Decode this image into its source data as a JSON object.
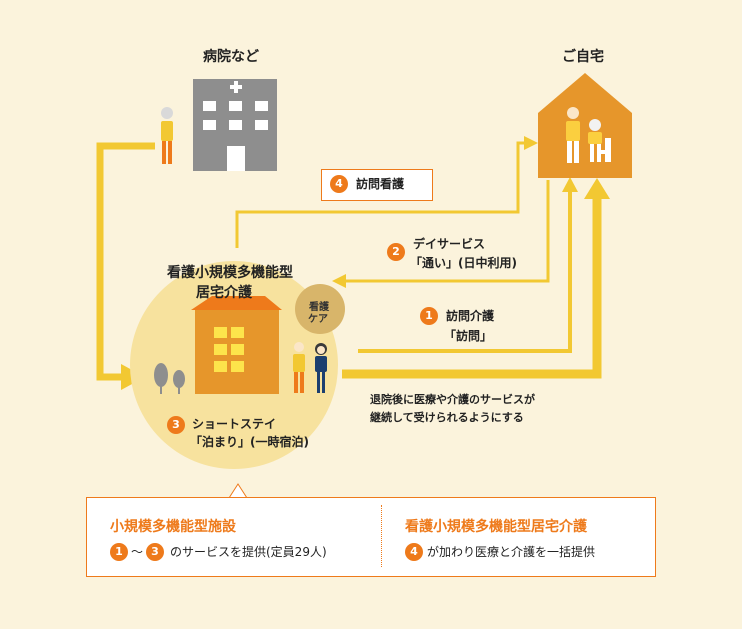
{
  "hospital": {
    "label": "病院など"
  },
  "home": {
    "label": "ご自宅"
  },
  "facility": {
    "title_line1": "看護小規模多機能型",
    "title_line2": "居宅介護"
  },
  "nursing_care_badge": {
    "line1": "看護",
    "line2": "ケア"
  },
  "services": {
    "visit_nursing": {
      "number": "4",
      "label": "訪問看護"
    },
    "day_service": {
      "number": "2",
      "line1": "デイサービス",
      "line2": "「通い」(日中利用)"
    },
    "visit_care": {
      "number": "1",
      "line1": "訪問介護",
      "line2": "「訪問」"
    },
    "short_stay": {
      "number": "3",
      "line1": "ショートステイ",
      "line2": "「泊まり」(一時宿泊)"
    }
  },
  "continuity_note": {
    "line1": "退院後に医療や介護のサービスが",
    "line2": "継続して受けられるようにする"
  },
  "summary": {
    "left": {
      "title": "小規模多機能型施設",
      "num_a": "1",
      "tilde": "〜",
      "num_b": "3",
      "desc": "のサービスを提供(定員29人)"
    },
    "right": {
      "title": "看護小規模多機能型居宅介護",
      "num": "4",
      "desc": "が加わり医療と介護を一括提供"
    }
  },
  "colors": {
    "accent": "#ee7a1b",
    "arrow": "#f2c832",
    "background": "#fbf3dc",
    "circle": "#f7e29e",
    "building_gray": "#8e8e8e",
    "house_orange": "#e6962b",
    "badge_tan": "#d8b56a"
  },
  "icons": [
    "hospital-icon",
    "house-icon",
    "person-icon",
    "tree-icon",
    "facility-building-icon"
  ]
}
